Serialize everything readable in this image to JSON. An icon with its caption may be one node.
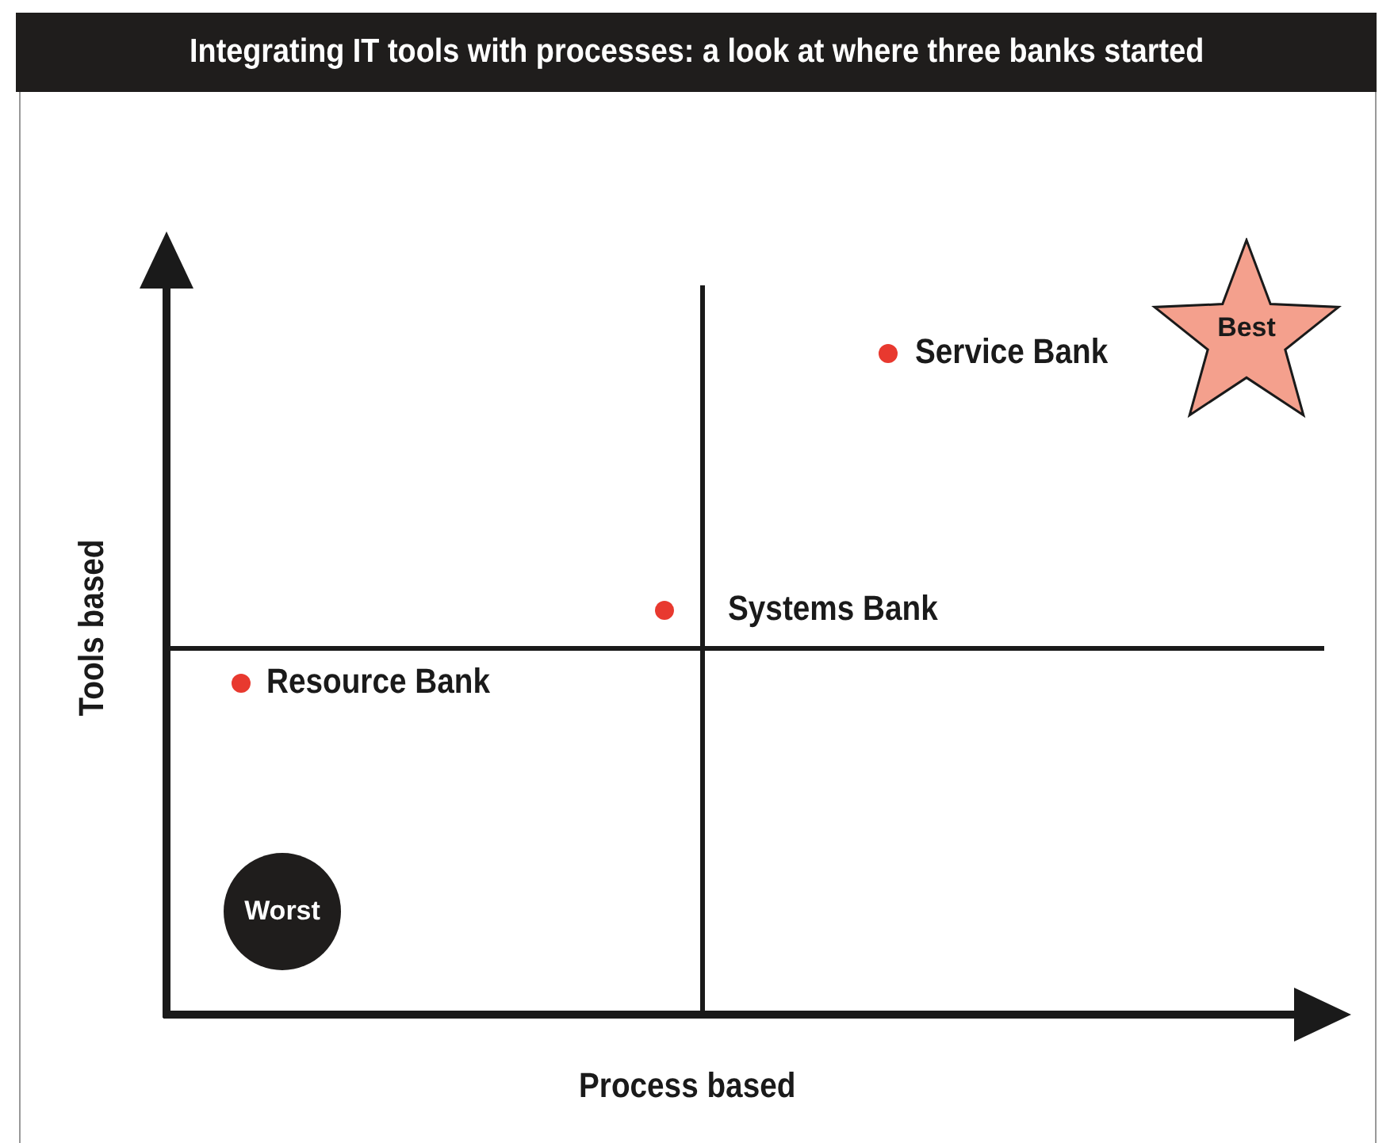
{
  "diagram": {
    "title": "Integrating IT tools with processes: a look at where three banks started",
    "nodes": [
      {
        "text": [
          "Best"
        ]
      },
      {
        "text": [
          "Worst"
        ]
      }
    ],
    "labels": [
      "Service Bank",
      "Systems Bank",
      "Resource Bank",
      "Tools based",
      "Process based"
    ]
  }
}
